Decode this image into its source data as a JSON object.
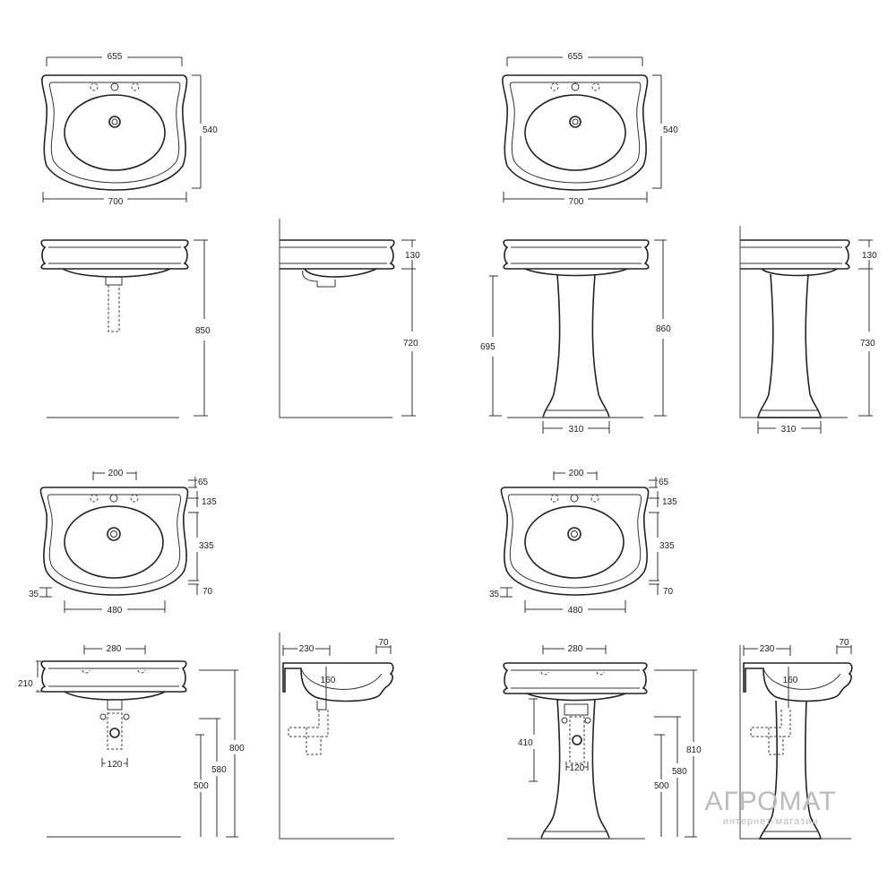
{
  "drawing": {
    "plan_top_left": {
      "width_top": "655",
      "width_bottom": "700",
      "depth": "540"
    },
    "plan_top_right": {
      "width_top": "655",
      "width_bottom": "700",
      "depth": "540"
    },
    "wall_front": {
      "height": "850"
    },
    "wall_side": {
      "rim": "130",
      "height": "720"
    },
    "pedestal_front": {
      "height": "860",
      "inner_height": "695",
      "base_width": "310"
    },
    "pedestal_side": {
      "rim": "130",
      "height": "730",
      "base_width": "310"
    },
    "plan_mid_left": {
      "tap_spacing": "200",
      "d65": "65",
      "d135": "135",
      "d335": "335",
      "d70": "70",
      "d35": "35",
      "bowl_width": "480"
    },
    "plan_mid_right": {
      "tap_spacing": "200",
      "d65": "65",
      "d135": "135",
      "d335": "335",
      "d70": "70",
      "d35": "35",
      "bowl_width": "480"
    },
    "bottom_wall_front": {
      "fix_spacing": "280",
      "rim_height": "210",
      "waste_spacing": "120",
      "h800": "800",
      "h580": "580",
      "h500": "500"
    },
    "bottom_wall_side": {
      "depth": "230",
      "lip": "70",
      "outlet": "160"
    },
    "bottom_pedestal_front": {
      "fix_spacing": "280",
      "h410": "410",
      "waste_spacing": "120",
      "h810": "810",
      "h580": "580",
      "h500": "500"
    },
    "bottom_pedestal_side": {
      "depth": "230",
      "lip": "70",
      "outlet": "160"
    }
  },
  "watermark": {
    "brand": "АГРОМАТ",
    "tagline": "интернет-магазин"
  }
}
